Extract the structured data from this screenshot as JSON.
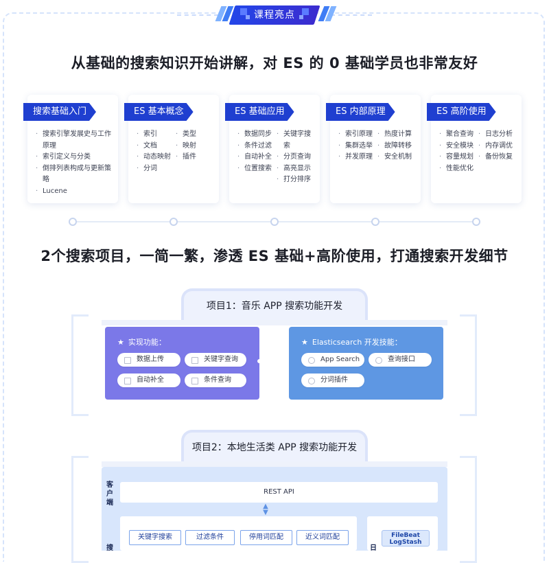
{
  "header": {
    "badge": "课程亮点"
  },
  "section1": {
    "heading": "从基础的搜索知识开始讲解，对 ES 的 0 基础学员也非常友好",
    "cards": [
      {
        "title": "搜索基础入门",
        "items": [
          "搜索引擎发展史与工作原理",
          "索引定义与分类",
          "倒排列表构成与更新策略",
          "Lucene"
        ]
      },
      {
        "title": "ES 基本概念",
        "col1": [
          "索引",
          "文档",
          "动态映射",
          "分词"
        ],
        "col2": [
          "类型",
          "映射",
          "插件"
        ]
      },
      {
        "title": "ES 基础应用",
        "col1": [
          "数据同步",
          "条件过滤",
          "自动补全",
          "位置搜索"
        ],
        "col2": [
          "关键字搜索",
          "分页查询",
          "高亮显示",
          "打分排序"
        ]
      },
      {
        "title": "ES 内部原理",
        "col1": [
          "索引原理",
          "集群选举",
          "并发原理"
        ],
        "col2": [
          "热度计算",
          "故障转移",
          "安全机制"
        ]
      },
      {
        "title": "ES 高阶使用",
        "col1": [
          "聚合查询",
          "安全模块",
          "容量规划",
          "性能优化"
        ],
        "col2": [
          "日志分析",
          "内存调优",
          "备份恢复"
        ]
      }
    ]
  },
  "section2": {
    "heading": "2个搜索项目，一简一繁，渗透 ES 基础+高阶使用，打通搜索开发细节",
    "project1": {
      "title": "项目1：音乐 APP 搜索功能开发",
      "left_title": "实现功能：",
      "left_items": [
        "数据上传",
        "关键字查询",
        "自动补全",
        "条件查询"
      ],
      "right_title": "Elasticsearch 开发技能：",
      "right_items": [
        "App Search",
        "查询接口",
        "分词插件"
      ]
    },
    "project2": {
      "title": "项目2：本地生活类 APP 搜索功能开发",
      "client_label": "客户端",
      "search_label": "搜",
      "log_label": "日",
      "rest_api": "REST API",
      "search_items": [
        "关键字搜索",
        "过滤条件",
        "停用词匹配",
        "近义词匹配"
      ],
      "beat_line1": "FileBeat",
      "beat_line2": "LogStash"
    }
  }
}
